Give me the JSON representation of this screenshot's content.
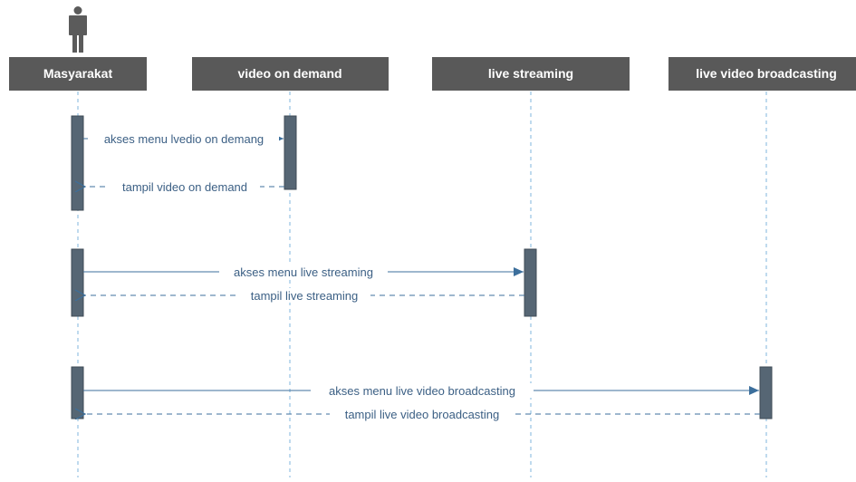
{
  "diagram": {
    "type": "sequence",
    "colors": {
      "header_fill": "#595959",
      "header_text": "#ffffff",
      "lifeline": "#7fb6dd",
      "activation": "#566674",
      "message": "#3c6f9c",
      "label": "#3b5f84"
    },
    "actor_icon": "person-icon",
    "participants": [
      {
        "id": "masyarakat",
        "label": "Masyarakat",
        "is_actor": true
      },
      {
        "id": "vod",
        "label": "video on demand",
        "is_actor": false
      },
      {
        "id": "live",
        "label": "live streaming",
        "is_actor": false
      },
      {
        "id": "broadcast",
        "label": "live video broadcasting",
        "is_actor": false
      }
    ],
    "messages": [
      {
        "from": "masyarakat",
        "to": "vod",
        "label": "akses menu lvedio on demang",
        "kind": "call"
      },
      {
        "from": "vod",
        "to": "masyarakat",
        "label": "tampil video on demand",
        "kind": "return"
      },
      {
        "from": "masyarakat",
        "to": "live",
        "label": "akses menu live streaming",
        "kind": "call"
      },
      {
        "from": "live",
        "to": "masyarakat",
        "label": "tampil live streaming",
        "kind": "return"
      },
      {
        "from": "masyarakat",
        "to": "broadcast",
        "label": "akses menu live video broadcasting",
        "kind": "call"
      },
      {
        "from": "broadcast",
        "to": "masyarakat",
        "label": "tampil live video broadcasting",
        "kind": "return"
      }
    ]
  }
}
